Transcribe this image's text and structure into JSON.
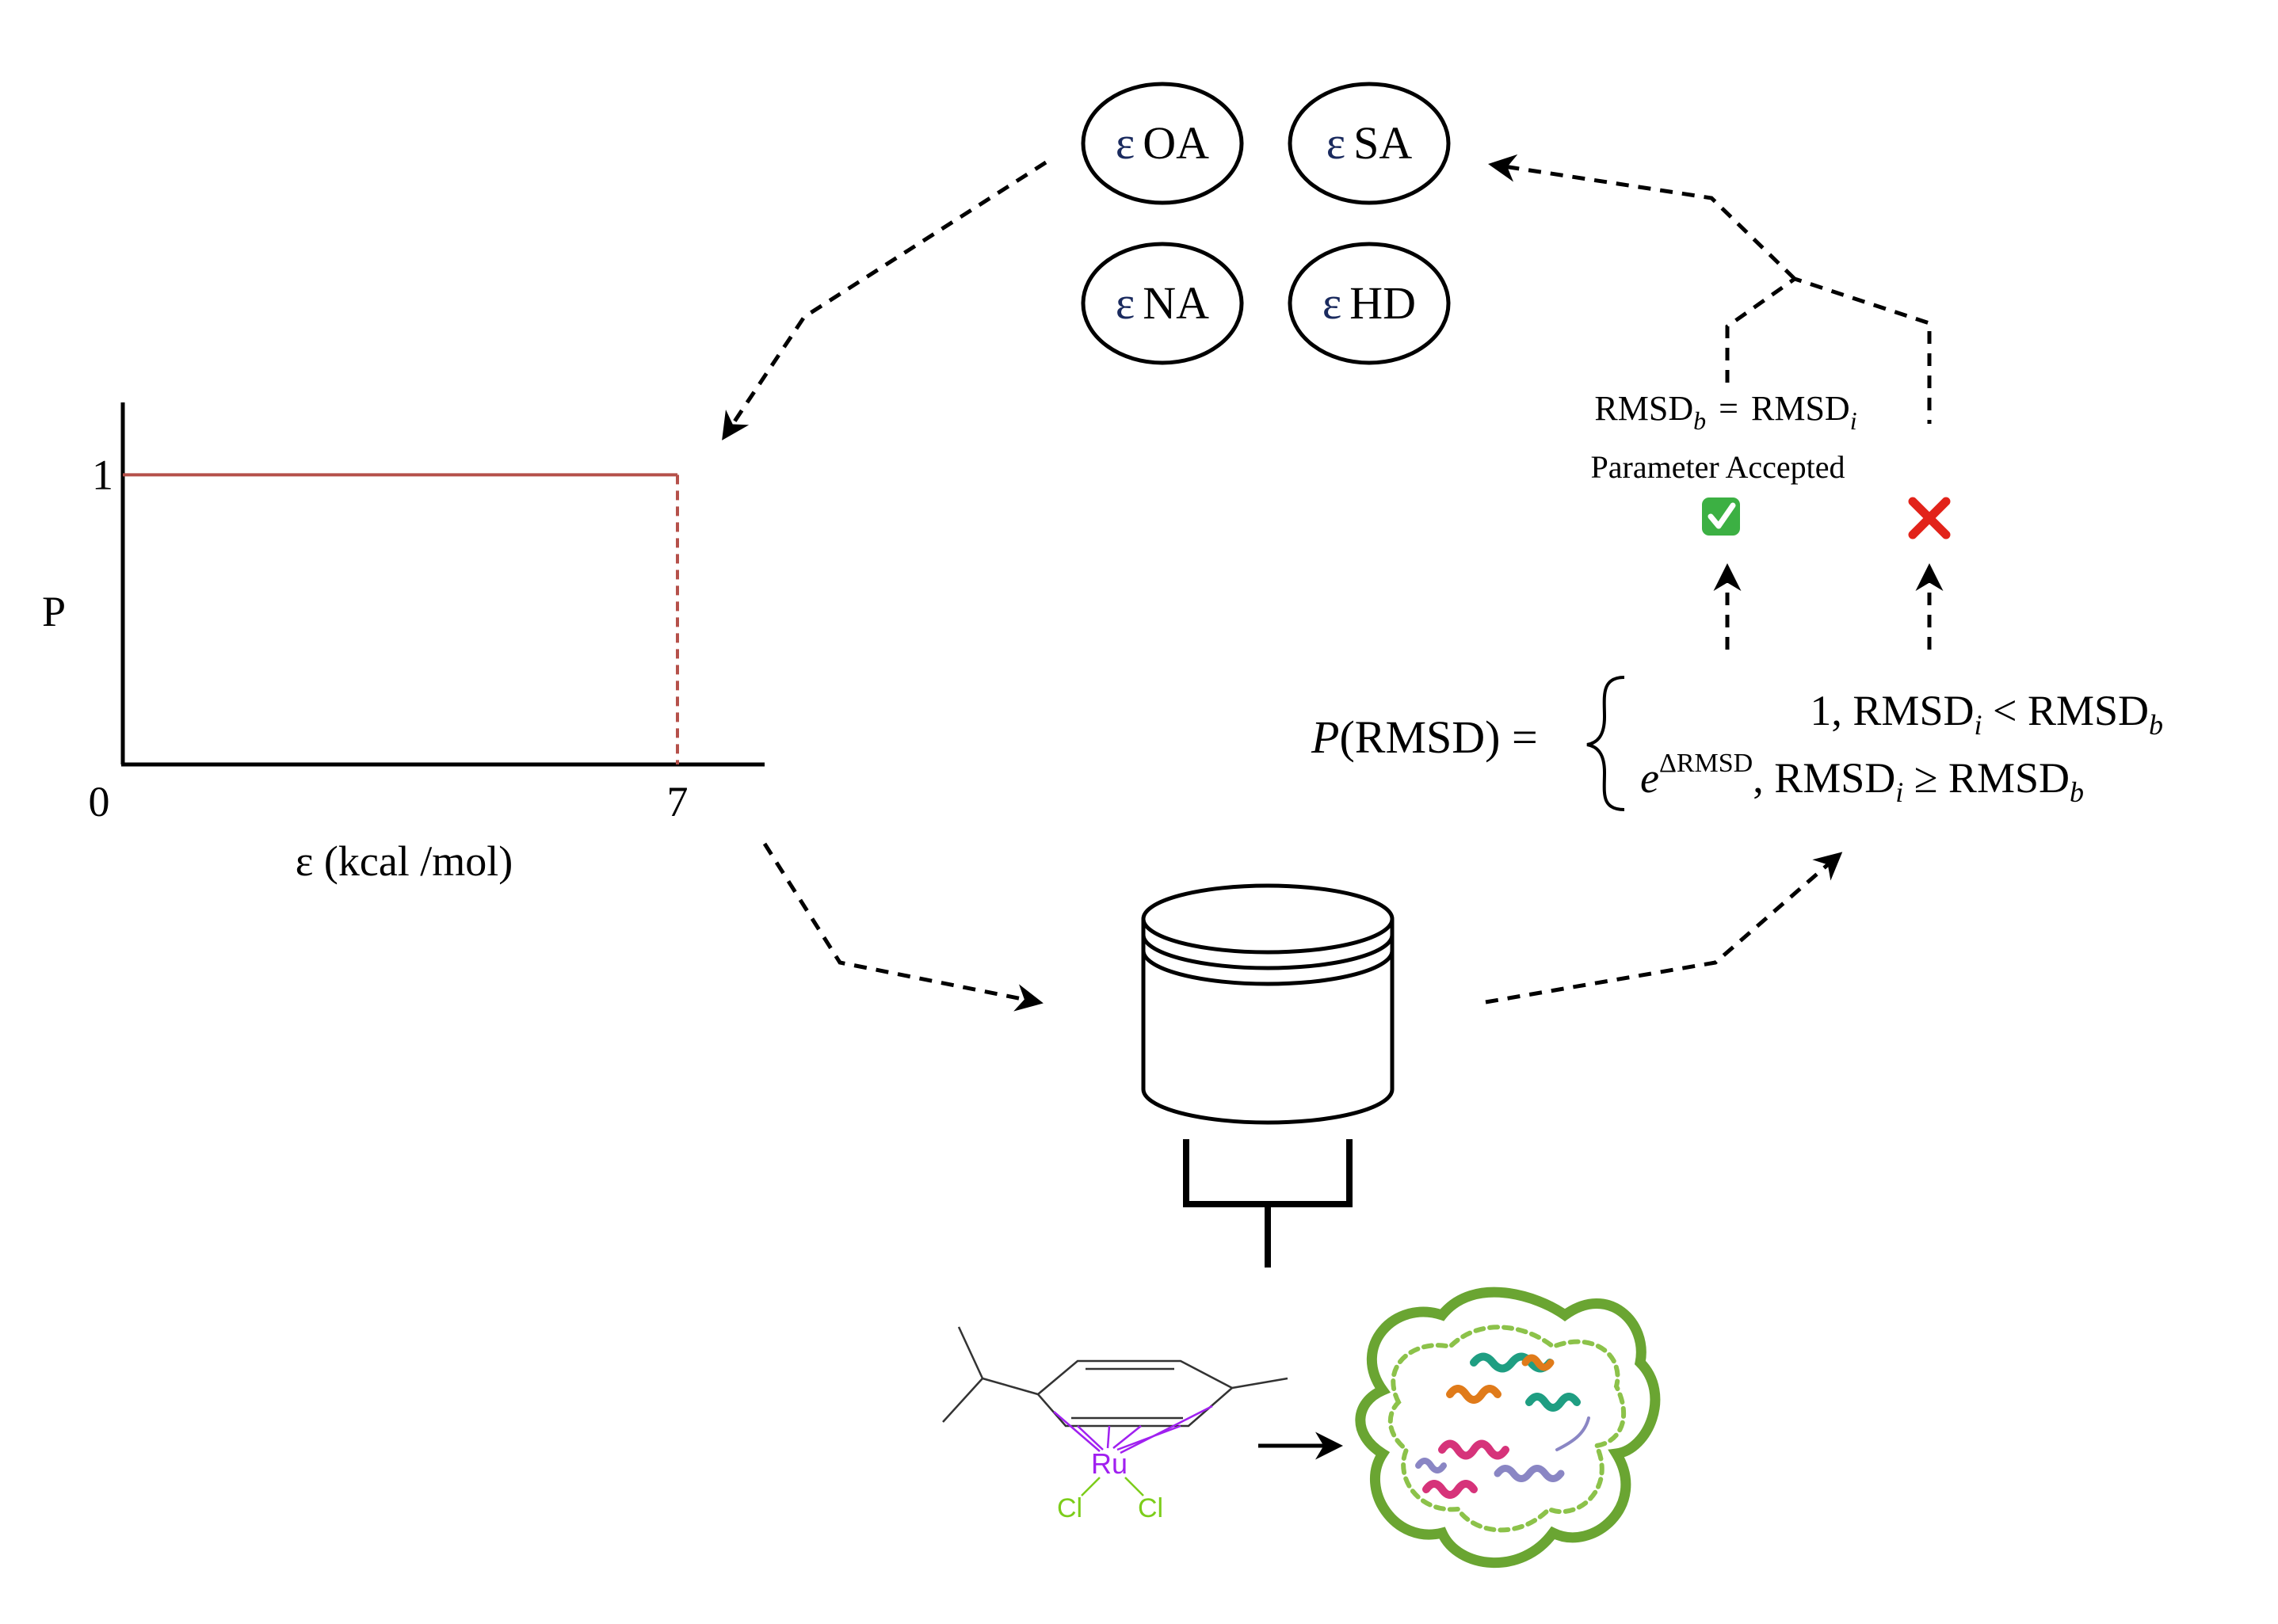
{
  "colors": {
    "ink": "#000000",
    "threshold_line": "#b5504a",
    "epsilon_symbol": "#1a2a5e",
    "accept_green": "#3cb043",
    "reject_red": "#e2231a",
    "ruthenium": "#a020f0",
    "chlorine": "#7ccd1a",
    "dna_green": "#6aa532",
    "protein_teal": "#1f9e82",
    "protein_orange": "#e07b1a",
    "protein_pink": "#d6337a",
    "protein_lavender": "#8a86c4"
  },
  "parameters": [
    {
      "symbol": "ε",
      "name": "OA"
    },
    {
      "symbol": "ε",
      "name": "SA"
    },
    {
      "symbol": "ε",
      "name": "NA"
    },
    {
      "symbol": "ε",
      "name": "HD"
    }
  ],
  "chart_data": {
    "type": "line",
    "title": "",
    "xlabel": "ε (kcal /mol)",
    "ylabel": "P",
    "xticks": [
      "0",
      "7"
    ],
    "yticks": [
      "1"
    ],
    "xlim": [
      0,
      8.1
    ],
    "ylim": [
      0,
      1.25
    ],
    "series": [
      {
        "x": [
          0,
          7
        ],
        "y": [
          1,
          1
        ]
      }
    ],
    "threshold": {
      "x": 7,
      "y_from": 0,
      "y_to": 1,
      "style": "dashed"
    }
  },
  "acceptance": {
    "condition_lhs": "RMSD",
    "condition_lhs_sub": "b",
    "condition_eq": "=",
    "condition_rhs": "RMSD",
    "condition_rhs_sub": "i",
    "accepted_label": "Parameter Accepted",
    "accepted_icon": "check-mark-button-icon",
    "rejected_icon": "cross-mark-icon"
  },
  "formula": {
    "lhs_italic": "P",
    "lhs_paren": "(RMSD) =",
    "case1_value": "1, RMSD",
    "case1_sub_i": "i",
    "case1_op": " < RMSD",
    "case1_sub_b": "b",
    "case2_base": "e",
    "case2_exp": "ΔRMSD",
    "case2_tail": ", RMSD",
    "case2_sub_i": "i",
    "case2_op": " ≥ RMSD",
    "case2_sub_b": "b"
  },
  "molecule": {
    "metal": "Ru",
    "ligand1": "Cl",
    "ligand2": "Cl"
  }
}
